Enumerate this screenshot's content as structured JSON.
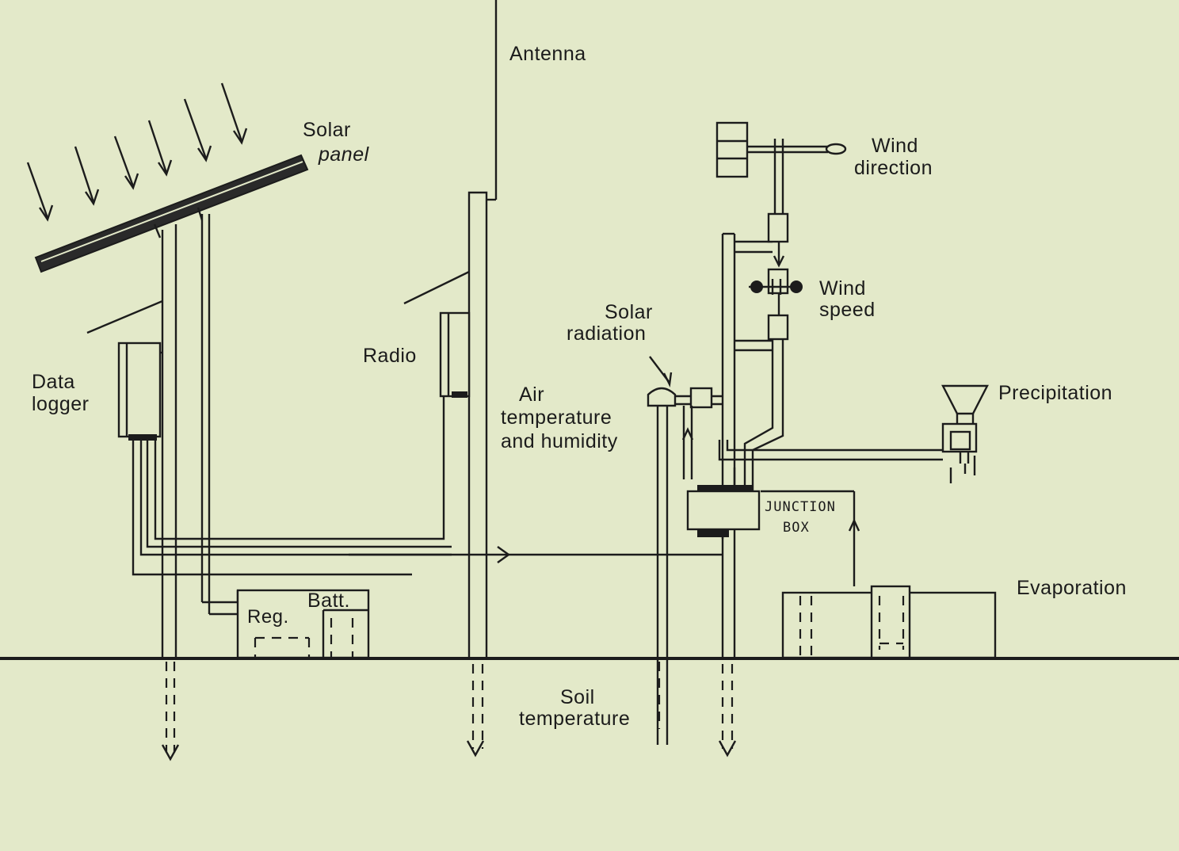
{
  "diagram": {
    "labels": {
      "antenna": "Antenna",
      "solar_panel_1": "Solar",
      "solar_panel_2": "panel",
      "wind_direction_1": "Wind",
      "wind_direction_2": "direction",
      "wind_speed_1": "Wind",
      "wind_speed_2": "speed",
      "solar_radiation_1": "Solar",
      "solar_radiation_2": "radiation",
      "radio": "Radio",
      "data_logger_1": "Data",
      "data_logger_2": "logger",
      "air_temp_1": "Air",
      "air_temp_2": "temperature",
      "air_temp_3": "and humidity",
      "precipitation": "Precipitation",
      "junction_box_1": "JUNCTION",
      "junction_box_2": "BOX",
      "evaporation": "Evaporation",
      "battery": "Batt.",
      "regulator": "Reg.",
      "soil_temp_1": "Soil",
      "soil_temp_2": "temperature"
    },
    "colors": {
      "paper": "#e3e9c9",
      "ink": "#1c1c1c"
    }
  }
}
